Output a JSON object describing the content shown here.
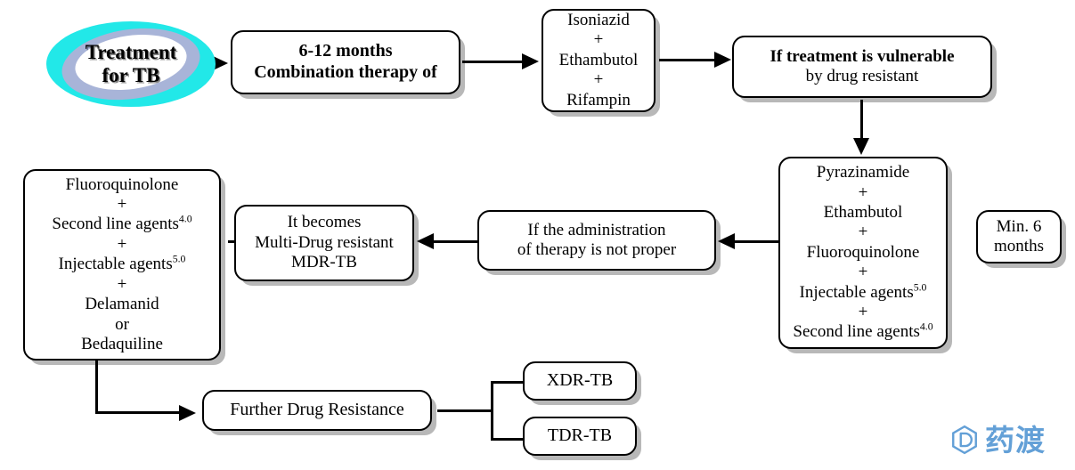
{
  "diagram": {
    "title": "Treatment for TB flowchart",
    "start": {
      "line1": "Treatment",
      "line2": "for TB"
    },
    "nodes": {
      "duration": {
        "line1": "6-12 months",
        "line2": "Combination therapy of"
      },
      "first_line": {
        "line1": "Isoniazid",
        "plus1": "+",
        "line2": "Ethambutol",
        "plus2": "+",
        "line3": "Rifampin"
      },
      "vulnerable": {
        "line1": "If treatment is vulnerable",
        "line2": "by drug resistant"
      },
      "second_regimen": {
        "line1": "Pyrazinamide",
        "plus1": "+",
        "line2": "Ethambutol",
        "plus2": "+",
        "line3": "Fluoroquinolone",
        "plus3": "+",
        "line4": "Injectable agents",
        "line4_sup": "5.0",
        "plus4": "+",
        "line5": "Second line agents",
        "line5_sup": "4.0"
      },
      "min_months": {
        "line1": "Min. 6",
        "line2": "months"
      },
      "improper": {
        "line1": "If the administration",
        "line2": "of therapy is not proper"
      },
      "mdr": {
        "line1": "It becomes",
        "line2": "Multi-Drug resistant",
        "line3": "MDR-TB"
      },
      "mdr_regimen": {
        "line1": "Fluoroquinolone",
        "plus1": "+",
        "line2": "Second line agents",
        "line2_sup": "4.0",
        "plus2": "+",
        "line3": "Injectable agents",
        "line3_sup": "5.0",
        "plus3": "+",
        "line4": "Delamanid",
        "or": "or",
        "line5": "Bedaquiline"
      },
      "further": {
        "line1": "Further Drug Resistance"
      },
      "xdr": {
        "line1": "XDR-TB"
      },
      "tdr": {
        "line1": "TDR-TB"
      }
    }
  },
  "watermark": {
    "text": "药渡",
    "color": "#5B9BD5",
    "logo_icon": "hexagon-d-logo-icon"
  },
  "colors": {
    "oval_outer": "#22E8E8",
    "oval_middle": "#A8B4D8",
    "oval_inner": "#FFFFFF",
    "box_border": "#000000",
    "box_fill": "#FFFFFF",
    "connector": "#000000",
    "shadow": "rgba(0,0,0,0.28)"
  }
}
